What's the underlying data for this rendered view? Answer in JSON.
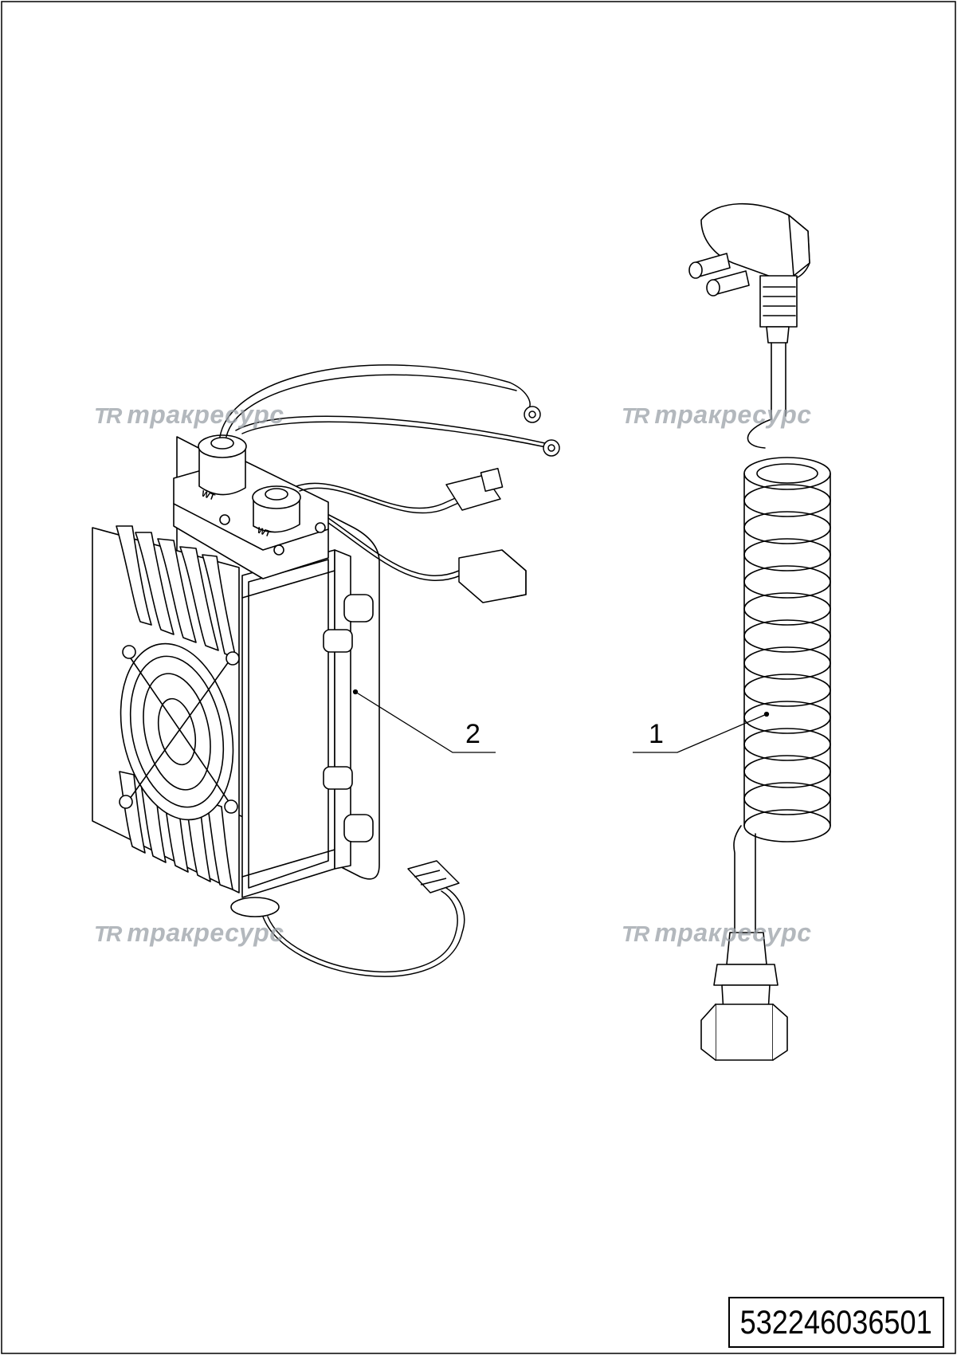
{
  "drawing": {
    "callouts": [
      {
        "id": "callout-1",
        "label": "1"
      },
      {
        "id": "callout-2",
        "label": "2"
      }
    ],
    "connector_labels": {
      "left": "WT",
      "right": "WT"
    },
    "watermark": {
      "logo": "TR",
      "text": "тракресурс"
    },
    "part_number": "532246036501",
    "line_color": "#000000",
    "watermark_color": "#9aa1a8"
  }
}
